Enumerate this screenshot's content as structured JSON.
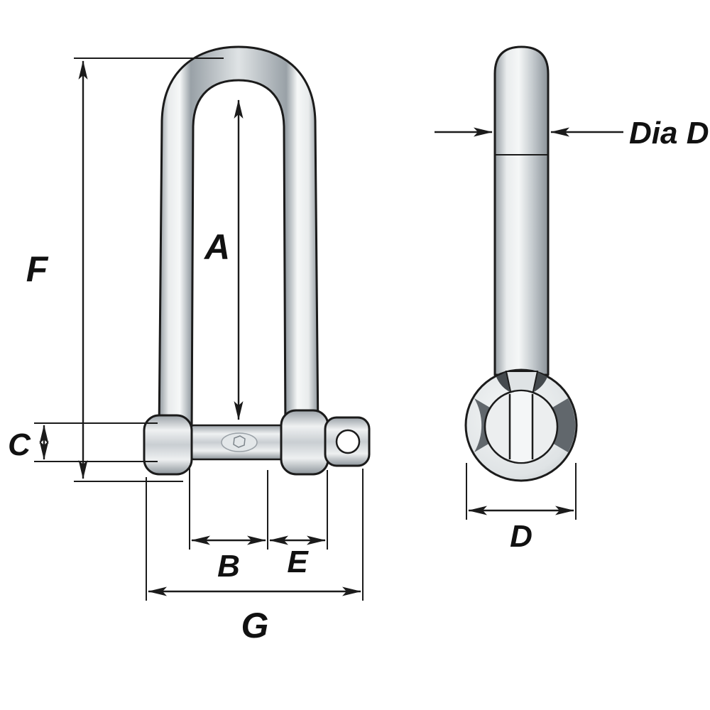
{
  "figure": {
    "type": "technical-dimension-diagram",
    "subject": "long-d-shackle-with-captive-pin",
    "views": {
      "front": "shackle-front-elevation",
      "side": "shackle-side-profile"
    }
  },
  "labels": {
    "F": "F",
    "A": "A",
    "C": "C",
    "B": "B",
    "E": "E",
    "G": "G",
    "diaD": "Dia D",
    "D": "D"
  },
  "colors": {
    "line": "#1b1b1b",
    "metal_light": "#f5f7f7",
    "metal_mid": "#c3c9cd",
    "metal_dark": "#8e969c",
    "shade_dark": "#61676c",
    "background": "#ffffff"
  }
}
